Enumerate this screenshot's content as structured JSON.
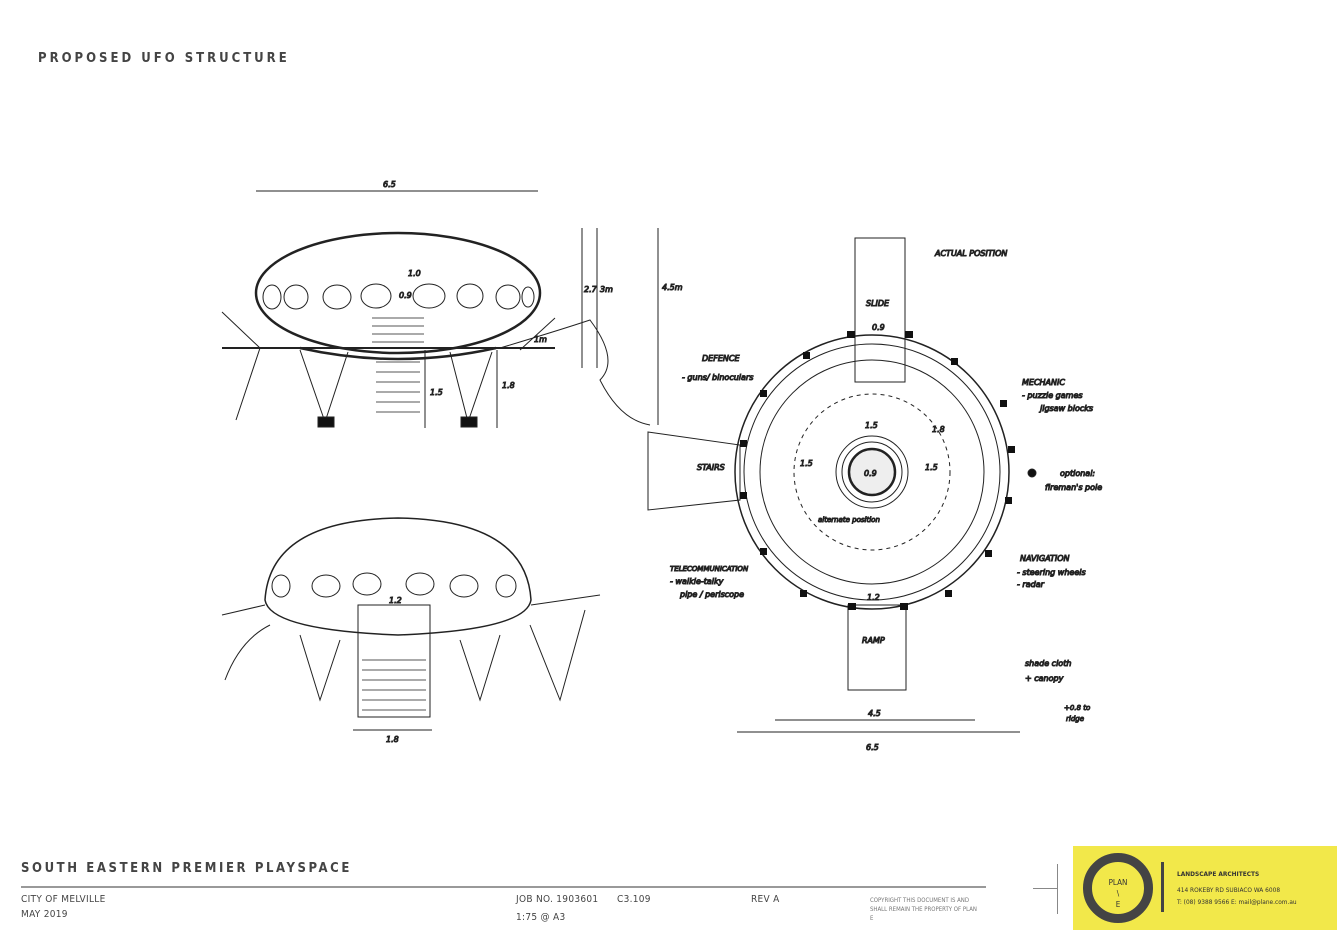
{
  "sheet_title": "PROPOSED UFO STRUCTURE",
  "title_block": {
    "project": "SOUTH EASTERN PREMIER PLAYSPACE",
    "client": "CITY OF MELVILLE",
    "date": "MAY 2019",
    "job_no": "JOB NO. 1903601",
    "drawing_no": "C3.109",
    "scale": "1:75 @ A3",
    "revision": "REV A",
    "copyright": "COPYRIGHT THIS DOCUMENT IS AND SHALL REMAIN THE PROPERTY OF PLAN E"
  },
  "logo": {
    "line1": "PLAN",
    "line2": "\\",
    "line3": "E",
    "color": "#f2e84a"
  },
  "firm": {
    "name": "LANDSCAPE ARCHITECTS",
    "address": "414 ROKEBY RD SUBIACO WA 6008",
    "contact": "T: (08) 9388 9566 E: mail@plane.com.au"
  },
  "annotations": {
    "side_width": "6.5",
    "window_width": "1.0",
    "window_h": "0.9",
    "h_27": "2.7",
    "h_3m": "3m",
    "h_45m": "4.5m",
    "h_18": "1.8",
    "h_15": "1.5",
    "slide_1m": "1m",
    "front_width": "1.8",
    "front_top": "1.2",
    "slide": "SLIDE",
    "slide_w": "0.9",
    "actual_position": "ACTUAL POSITION",
    "defence": "DEFENCE",
    "defence_items": "- guns/ binoculars",
    "mechanic": "MECHANIC",
    "mechanic_items1": "- puzzle games",
    "mechanic_items2": "jigsaw blocks",
    "stairs": "STAIRS",
    "d_15a": "1.5",
    "d_15b": "1.5",
    "d_15c": "1.5",
    "core": "0.9",
    "d_18": "1.8",
    "alt_position": "alternate position",
    "optional": "optional:",
    "fireman_pole": "fireman's pole",
    "telecom": "TELECOMMUNICATION",
    "telecom_items1": "- walkie-talky",
    "telecom_items2": "pipe / periscope",
    "navigation": "NAVIGATION",
    "nav_items1": "- steering wheels",
    "nav_items2": "- radar",
    "ramp": "RAMP",
    "ramp_w": "1.2",
    "d_45": "4.5",
    "d_65": "6.5",
    "shade1": "shade cloth",
    "shade2": "+ canopy",
    "shade3": "+0.8 to",
    "shade4": "ridge"
  }
}
